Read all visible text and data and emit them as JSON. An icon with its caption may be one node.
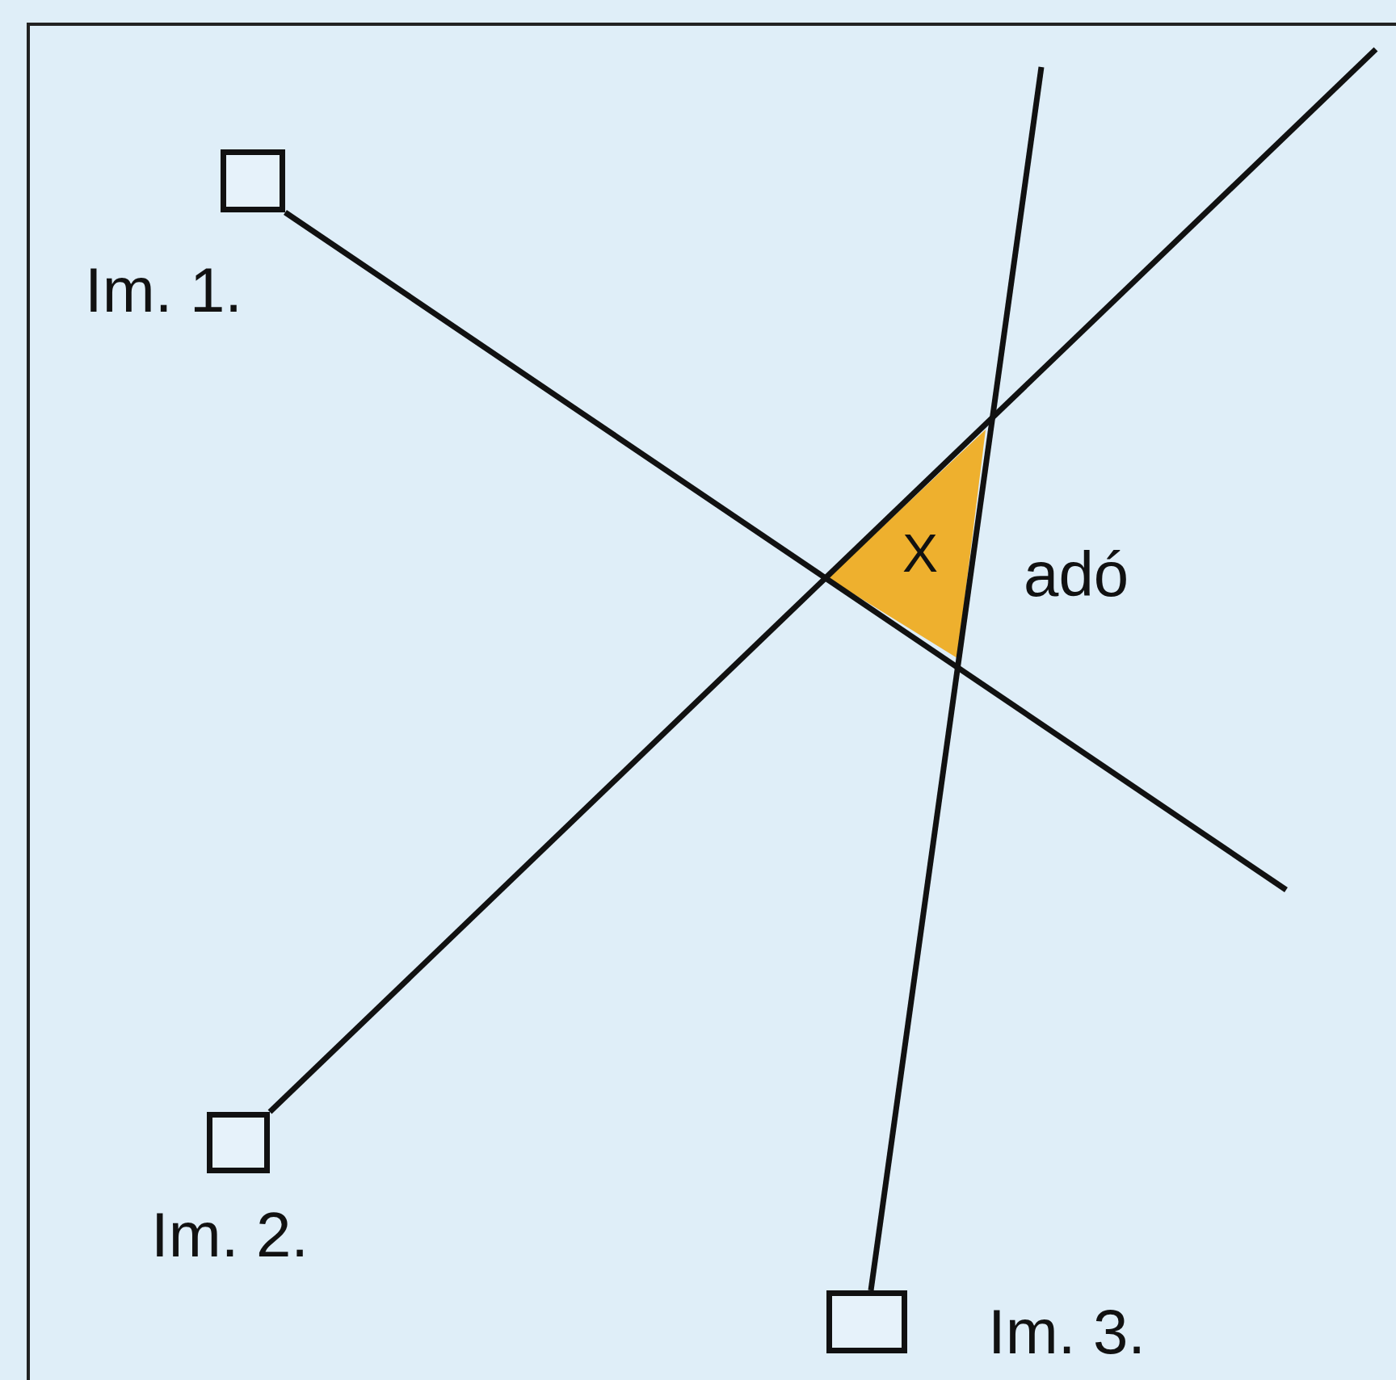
{
  "diagram": {
    "nodes": [
      {
        "text": [],
        "shape": "box",
        "beside": [
          "Im. 1."
        ]
      },
      {
        "text": [],
        "shape": "box",
        "beside": [
          "Im. 2."
        ]
      },
      {
        "text": [],
        "shape": "box",
        "beside": [
          "Im. 3."
        ]
      },
      {
        "text": [
          "X"
        ]
      }
    ],
    "edges": [
      {
        "from": 0,
        "to": null,
        "arrow": "none"
      },
      {
        "from": 1,
        "to": null,
        "arrow": "none"
      },
      {
        "from": 2,
        "to": null,
        "arrow": "none"
      }
    ],
    "labels": [
      "adó"
    ]
  }
}
